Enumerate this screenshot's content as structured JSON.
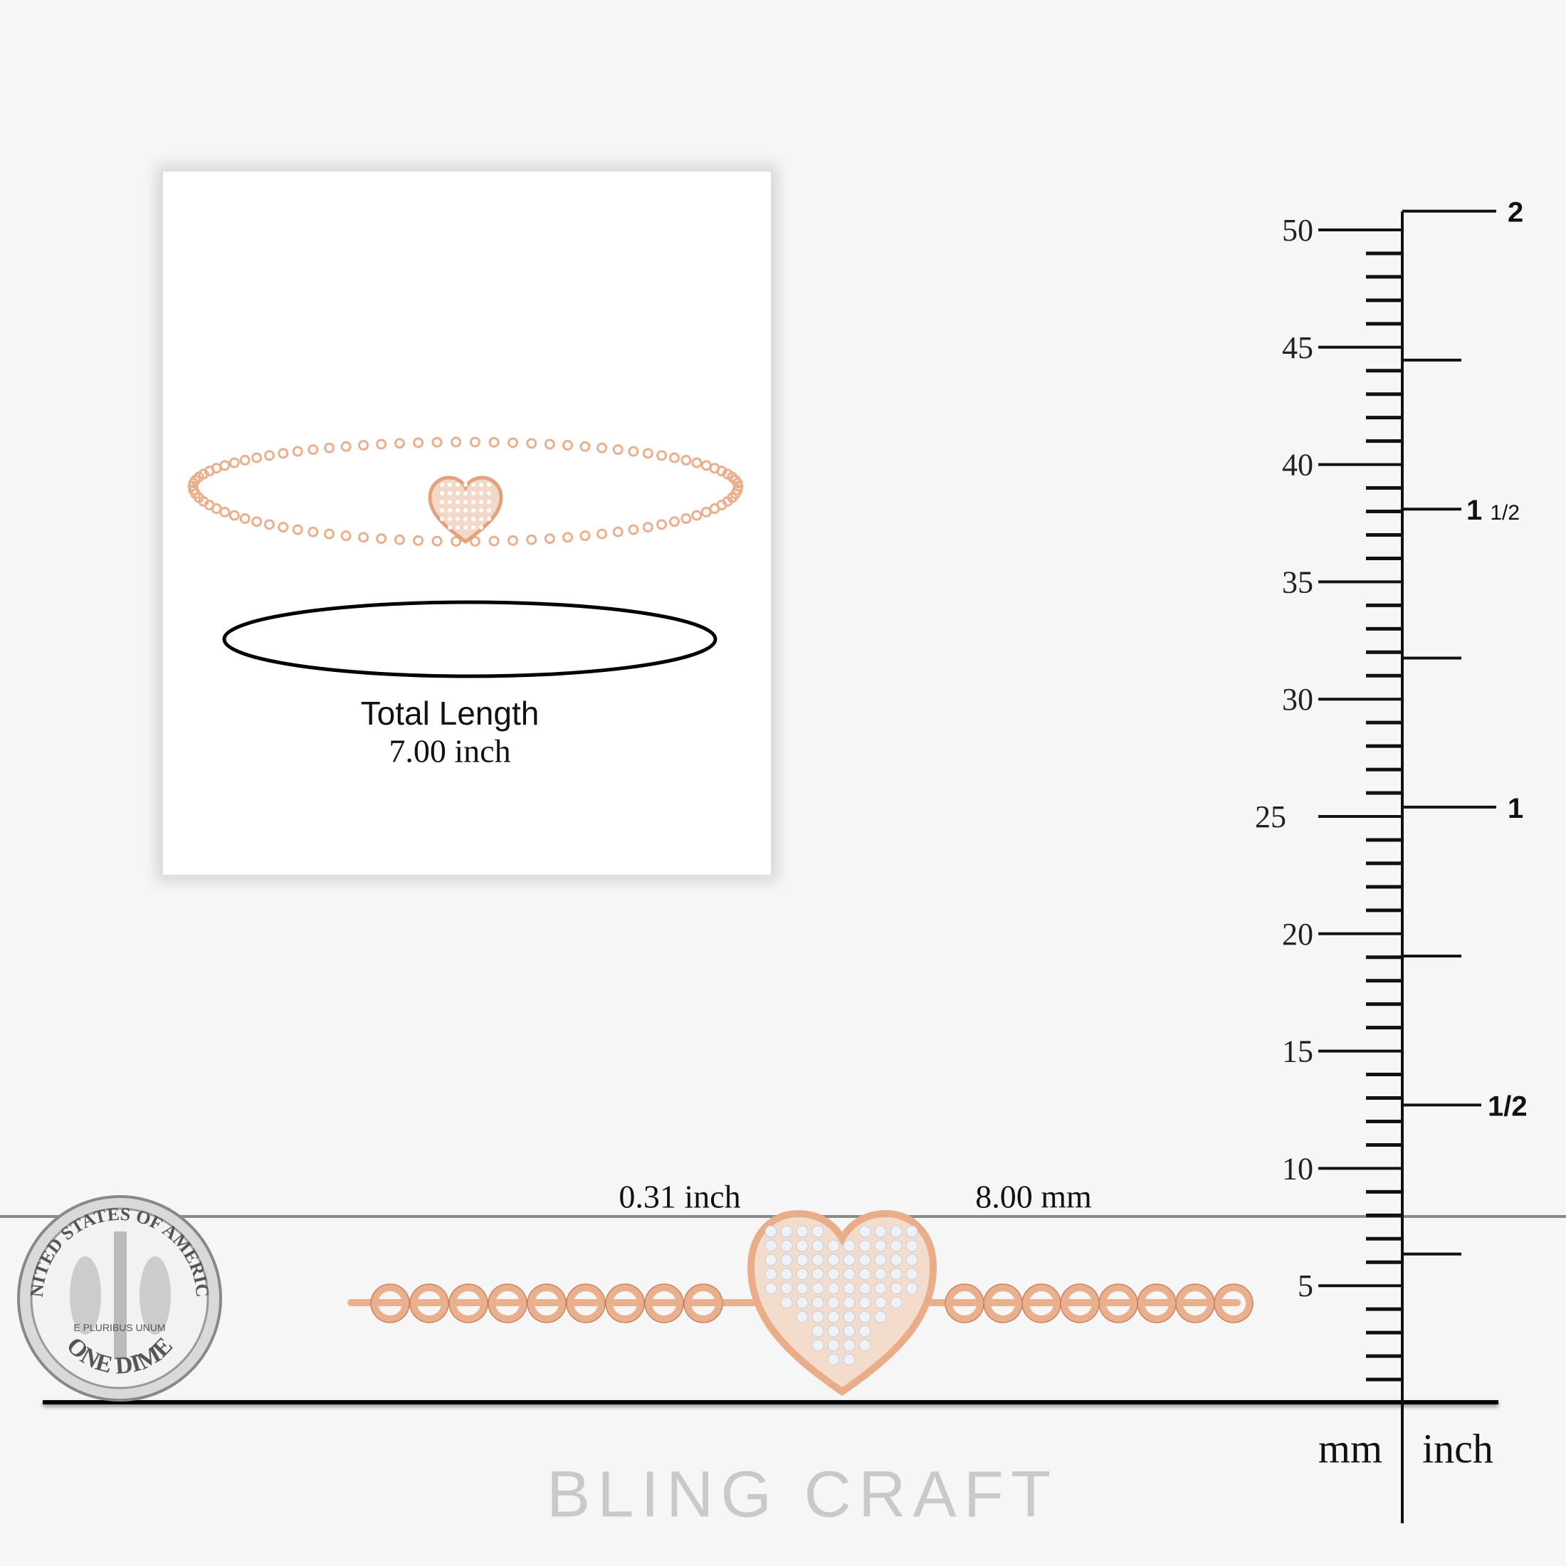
{
  "card": {
    "total_label": "Total Length",
    "total_value": "7.00 inch"
  },
  "dimensions": {
    "width_inch": "0.31 inch",
    "width_mm": "8.00 mm"
  },
  "coin": {
    "legend_top": "UNITED STATES OF AMERICA",
    "legend_bottom": "ONE DIME",
    "motto": "E PLURIBUS UNUM"
  },
  "ruler": {
    "mm_labels": [
      "5",
      "10",
      "15",
      "20",
      "25",
      "30",
      "35",
      "40",
      "45",
      "50"
    ],
    "inch_labels": [
      {
        "at": 0.5,
        "text": "1/2"
      },
      {
        "at": 1,
        "text": "1"
      },
      {
        "at": 1.5,
        "text": "1 1/2"
      },
      {
        "at": 2,
        "text": "2"
      }
    ],
    "mm_unit": "mm",
    "inch_unit": "inch"
  },
  "brand": "BLING CRAFT",
  "colors": {
    "rose_gold": "#eab08e",
    "rose_gold_dark": "#c98462",
    "diamond": "#eef2f6"
  }
}
